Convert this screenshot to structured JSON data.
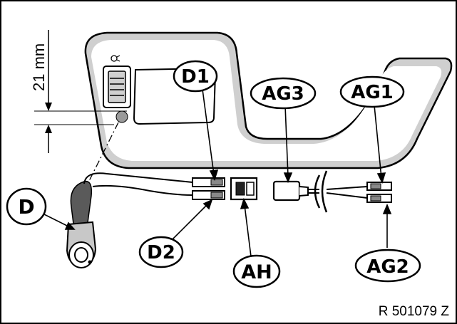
{
  "figure": {
    "dimension_label": "21 mm",
    "reference_code": "R 501079 Z"
  },
  "callouts": {
    "D": "D",
    "D1": "D1",
    "D2": "D2",
    "AG1": "AG1",
    "AG2": "AG2",
    "AG3": "AG3",
    "AH": "AH"
  }
}
